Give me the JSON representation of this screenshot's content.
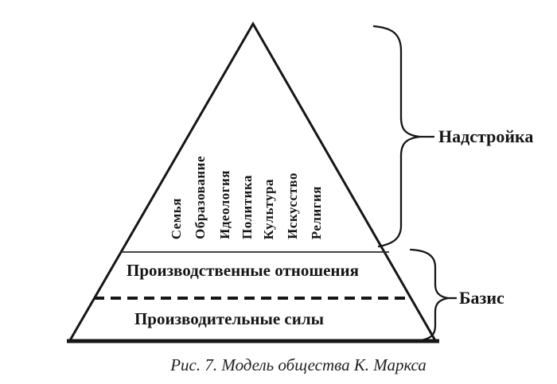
{
  "diagram": {
    "caption": "Рис. 7. Модель общества К. Маркса",
    "superstructure_label": "Надстройка",
    "base_label": "Базис",
    "superstructure_items": [
      "Семья",
      "Образование",
      "Идеология",
      "Политика",
      "Культура",
      "Искусство",
      "Религия"
    ],
    "layers": {
      "relations": "Производственные отношения",
      "forces": "Производительные силы"
    },
    "colors": {
      "ink": "#161616",
      "background": "#ffffff"
    }
  }
}
